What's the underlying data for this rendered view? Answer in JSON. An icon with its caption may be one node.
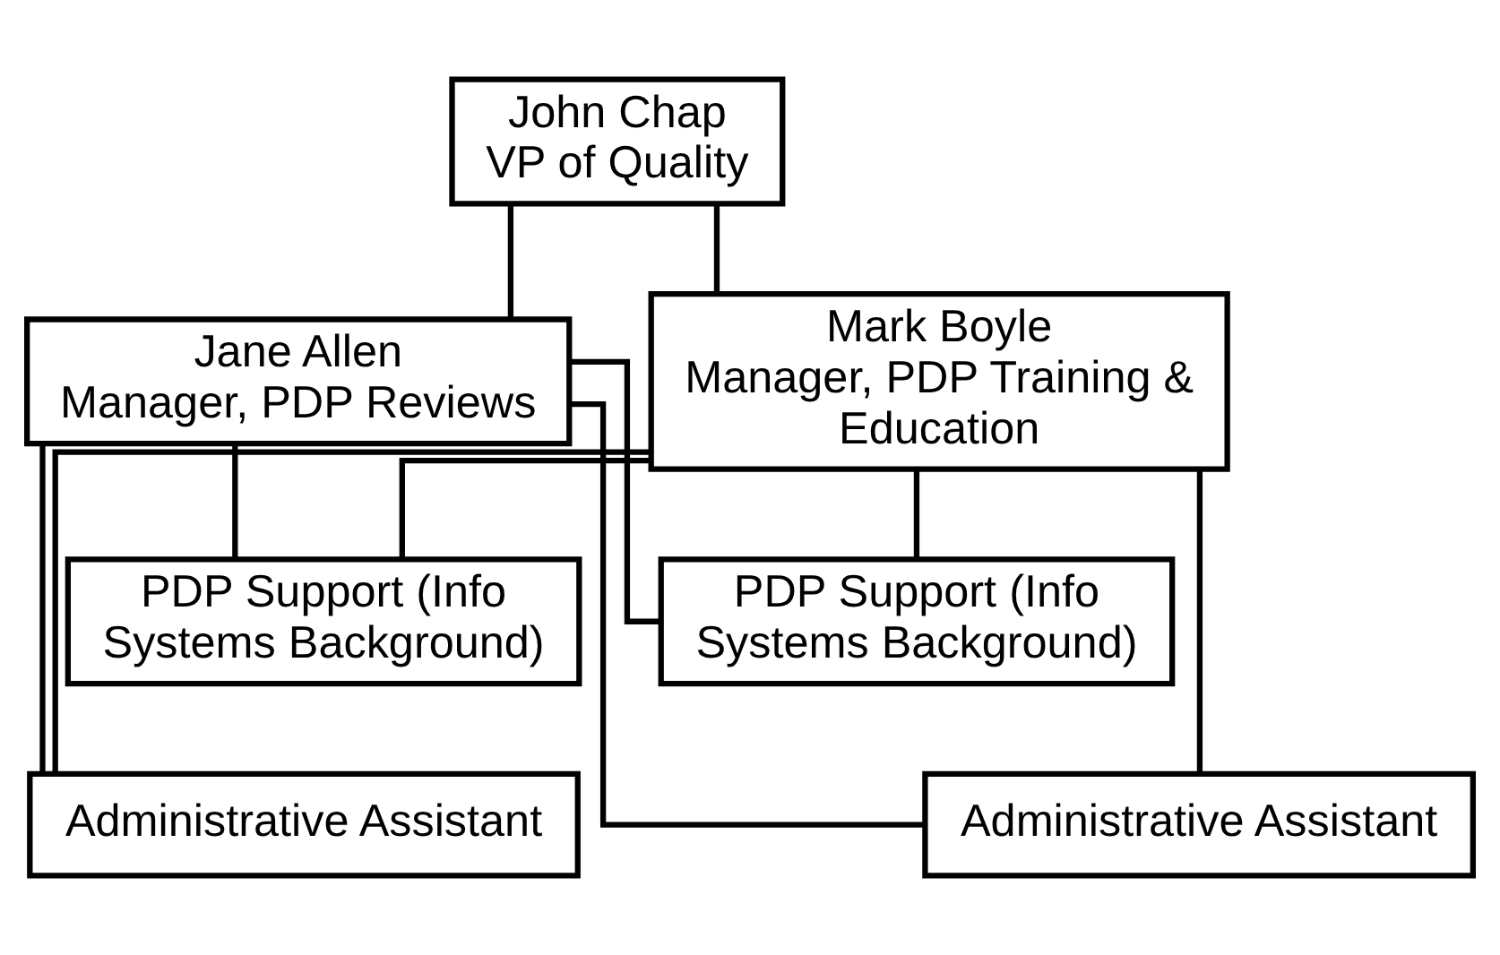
{
  "diagram": {
    "nodes": [
      {
        "text": [
          "John Chap",
          "VP of Quality"
        ]
      },
      {
        "text": [
          "Jane Allen",
          "Manager, PDP Reviews"
        ]
      },
      {
        "text": [
          "Mark Boyle",
          "Manager, PDP Training & Education"
        ]
      },
      {
        "text": [
          "PDP Support (Info Systems Background)"
        ]
      },
      {
        "text": [
          "PDP Support (Info Systems Background)"
        ]
      },
      {
        "text": [
          "Administrative Assistant"
        ]
      },
      {
        "text": [
          "Administrative Assistant"
        ]
      }
    ],
    "edges": [
      {
        "from": 0,
        "to": 1,
        "arrow": "none"
      },
      {
        "from": 0,
        "to": 2,
        "arrow": "none"
      },
      {
        "from": 1,
        "to": 3,
        "arrow": "none"
      },
      {
        "from": 1,
        "to": 4,
        "arrow": "none"
      },
      {
        "from": 1,
        "to": 5,
        "arrow": "none"
      },
      {
        "from": 1,
        "to": 6,
        "arrow": "none"
      },
      {
        "from": 2,
        "to": 3,
        "arrow": "none"
      },
      {
        "from": 2,
        "to": 4,
        "arrow": "none"
      },
      {
        "from": 2,
        "to": 5,
        "arrow": "none"
      },
      {
        "from": 2,
        "to": 6,
        "arrow": "none"
      }
    ]
  }
}
